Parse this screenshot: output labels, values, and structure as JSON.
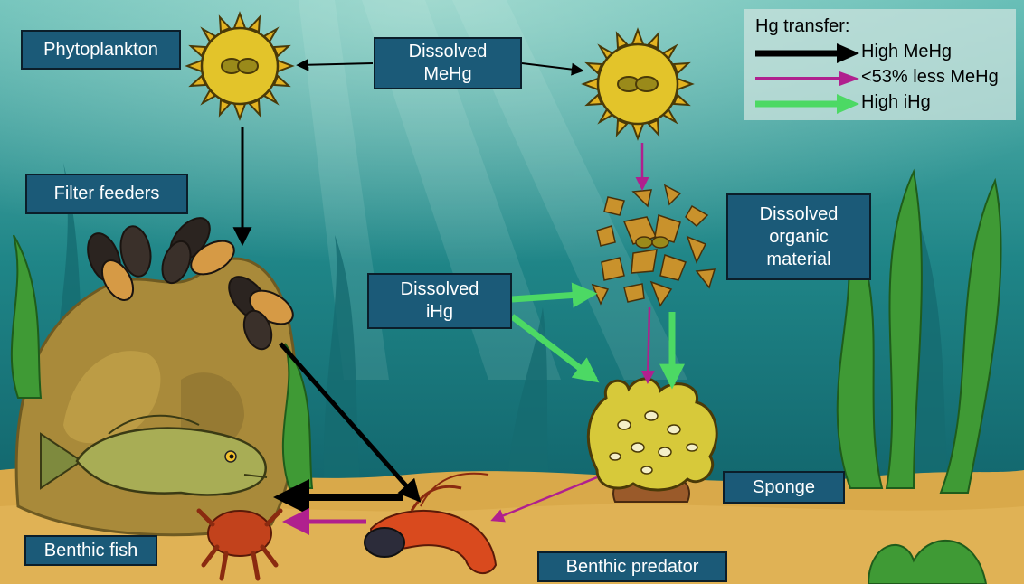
{
  "nodes": {
    "phytoplankton": "Phytoplankton",
    "dissolved_mehg": "Dissolved\nMeHg",
    "filter_feeders": "Filter feeders",
    "dissolved_organic": "Dissolved\norganic\nmaterial",
    "dissolved_ihg": "Dissolved\niHg",
    "sponge": "Sponge",
    "benthic_fish": "Benthic fish",
    "benthic_predator": "Benthic predator"
  },
  "legend": {
    "title": "Hg transfer:",
    "items": [
      {
        "label": "High MeHg",
        "color": "#000000"
      },
      {
        "label": "<53% less MeHg",
        "color": "#b0208e"
      },
      {
        "label": "High iHg",
        "color": "#4cd964"
      }
    ]
  },
  "colors": {
    "water_top": "#4fb0ad",
    "water_bottom": "#0e5f68",
    "seafloor": "#d9a94a",
    "label_box": "#1b5a78",
    "mehg_arrow": "#000000",
    "less_mehg_arrow": "#b0208e",
    "ihg_arrow": "#4cd964"
  }
}
